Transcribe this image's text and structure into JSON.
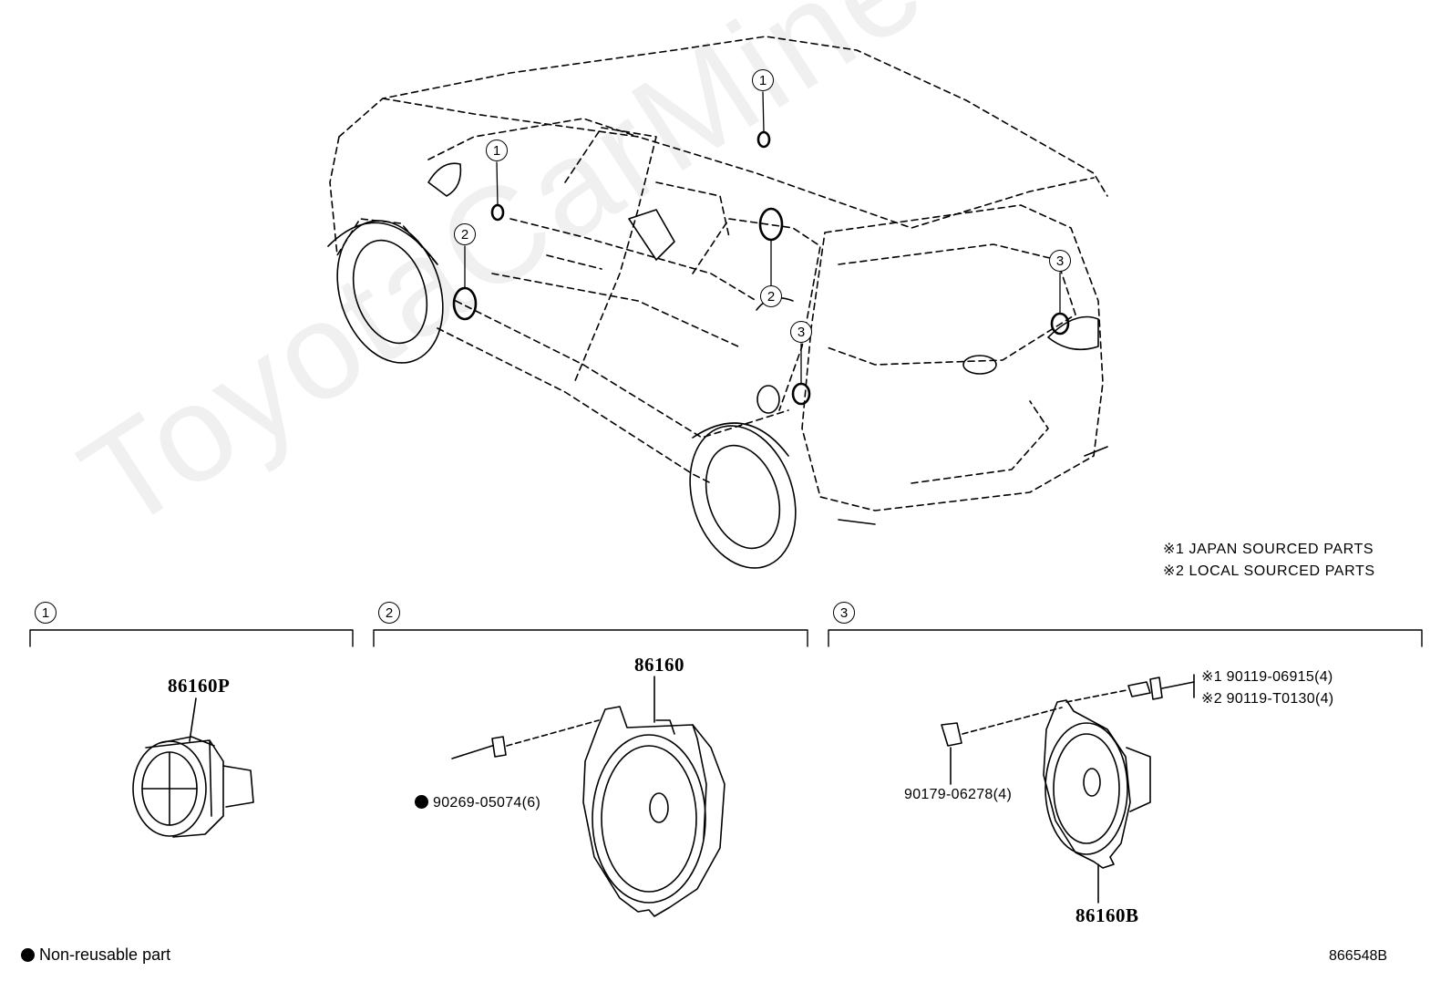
{
  "watermark": "ToyotaCarMine.ru",
  "notes": {
    "japan": "※1 JAPAN SOURCED PARTS",
    "local": "※2 LOCAL SOURCED PARTS"
  },
  "callouts": {
    "c1": "1",
    "c2": "2",
    "c3": "3"
  },
  "groups": [
    {
      "number": "1",
      "parts": [
        "86160P"
      ]
    },
    {
      "number": "2",
      "parts": [
        "86160",
        "90269-05074(6)"
      ]
    },
    {
      "number": "3",
      "parts": [
        "86160B",
        "90179-06278(4)",
        "※1 90119-06915(4)",
        "※2 90119-T0130(4)"
      ]
    }
  ],
  "labels": {
    "p86160P": "86160P",
    "p86160": "86160",
    "p90269": "90269-05074(6)",
    "p86160B": "86160B",
    "p90179": "90179-06278(4)",
    "p90119a": "※1 90119-06915(4)",
    "p90119b": "※2 90119-T0130(4)"
  },
  "legend": {
    "non_reusable": "Non-reusable part"
  },
  "figure_id": "866548B"
}
